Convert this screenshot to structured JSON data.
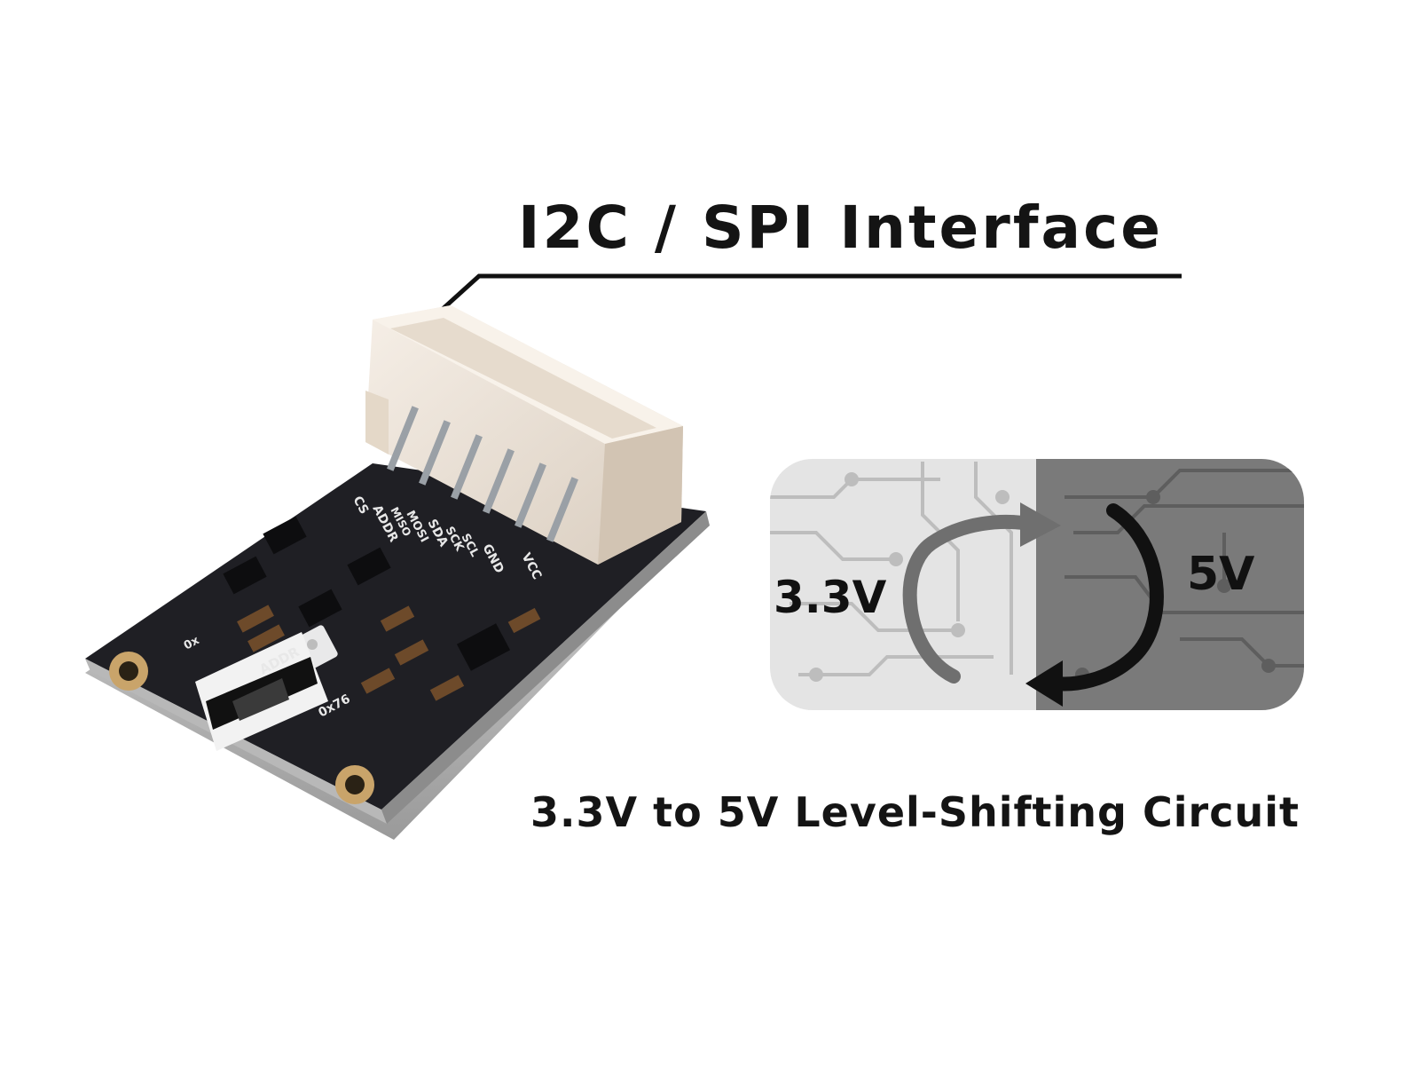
{
  "headline": "I2C / SPI Interface",
  "caption": "3.3V to 5V Level-Shifting Circuit",
  "level_panel": {
    "low_label": "3.3V",
    "high_label": "5V"
  },
  "board": {
    "pin_labels": [
      "CS",
      "ADDR",
      "MISO",
      "MOSI",
      "SDA",
      "SCK",
      "SCL",
      "GND",
      "VCC"
    ],
    "switch_label": "ADDR",
    "address_label": "0x76",
    "address_alt_label": "0x"
  },
  "icons": {
    "arrow_up": "curved-arrow-up-icon",
    "arrow_down": "curved-arrow-down-icon"
  },
  "colors": {
    "board": "#1f1f24",
    "connector": "#efe6dc",
    "pad": "#c9a46a",
    "panel_light": "#e4e4e4",
    "panel_dark": "#7a7a7a",
    "text": "#141414"
  }
}
